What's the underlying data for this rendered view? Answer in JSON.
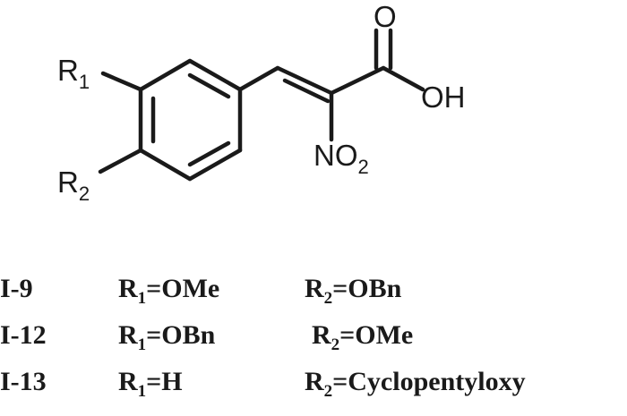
{
  "structure": {
    "atoms": {
      "r1": "R",
      "r1_sub": "1",
      "r2": "R",
      "r2_sub": "2",
      "carbonyl_o": "O",
      "hydroxyl": "OH",
      "nitro_n": "NO",
      "nitro_sub": "2"
    }
  },
  "table": {
    "rows": [
      {
        "id": "I-9",
        "r1_sym": "R",
        "r1_sub": "1",
        "r1_val": "=OMe",
        "r2_sym": "R",
        "r2_sub": "2",
        "r2_val": "=OBn"
      },
      {
        "id": "I-12",
        "r1_sym": "R",
        "r1_sub": "1",
        "r1_val": "=OBn",
        "r2_sym": "R",
        "r2_sub": "2",
        "r2_val": "=OMe"
      },
      {
        "id": "I-13",
        "r1_sym": "R",
        "r1_sub": "1",
        "r1_val": "=H",
        "r2_sym": "R",
        "r2_sub": "2",
        "r2_val": "=Cyclopentyloxy"
      }
    ]
  }
}
